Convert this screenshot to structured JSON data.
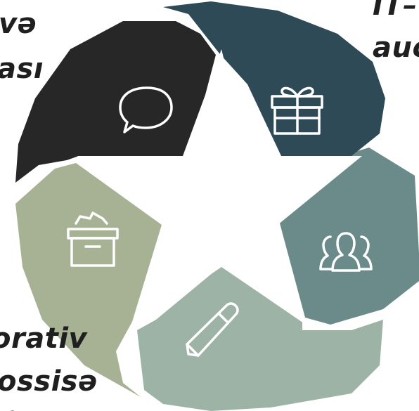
{
  "segments": [
    {
      "id": "top-left",
      "icon": "speech-bubble-icon",
      "color": "#272727"
    },
    {
      "id": "top-right",
      "icon": "gift-icon",
      "color": "#2e4a57"
    },
    {
      "id": "right",
      "icon": "team-icon",
      "color": "#6a8b8a"
    },
    {
      "id": "bottom",
      "icon": "pencil-icon",
      "color": "#9db3a5"
    },
    {
      "id": "left",
      "icon": "archive-box-icon",
      "color": "#a7b295"
    }
  ],
  "captions": {
    "top_left_line1": "və",
    "top_left_line2": "ası",
    "top_right_line1": "IT–",
    "top_right_line2": "auc",
    "bottom_left_line1": "orativ",
    "bottom_left_line2": "ossisə",
    "bottom_left_line3": "r"
  }
}
